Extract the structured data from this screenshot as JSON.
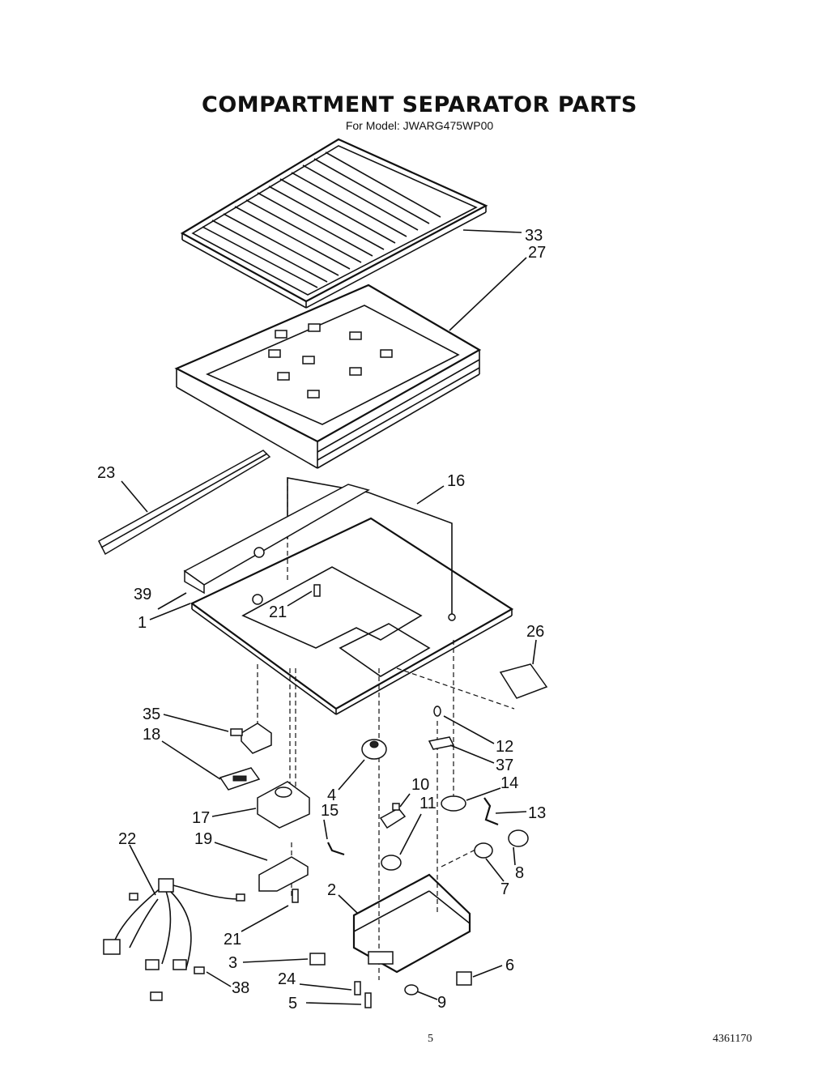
{
  "title": "COMPARTMENT SEPARATOR PARTS",
  "subtitle": "For Model: JWARG475WP00",
  "footer": {
    "page": "5",
    "doc_number": "4361170"
  },
  "callouts": {
    "c1": "1",
    "c2": "2",
    "c3": "3",
    "c4": "4",
    "c5": "5",
    "c6": "6",
    "c7": "7",
    "c8": "8",
    "c9": "9",
    "c10": "10",
    "c11": "11",
    "c12": "12",
    "c13": "13",
    "c14": "14",
    "c15": "15",
    "c16": "16",
    "c17": "17",
    "c18": "18",
    "c19": "19",
    "c21a": "21",
    "c21b": "21",
    "c22": "22",
    "c23": "23",
    "c24": "24",
    "c26": "26",
    "c27": "27",
    "c33": "33",
    "c35": "35",
    "c37": "37",
    "c38": "38",
    "c39": "39"
  }
}
